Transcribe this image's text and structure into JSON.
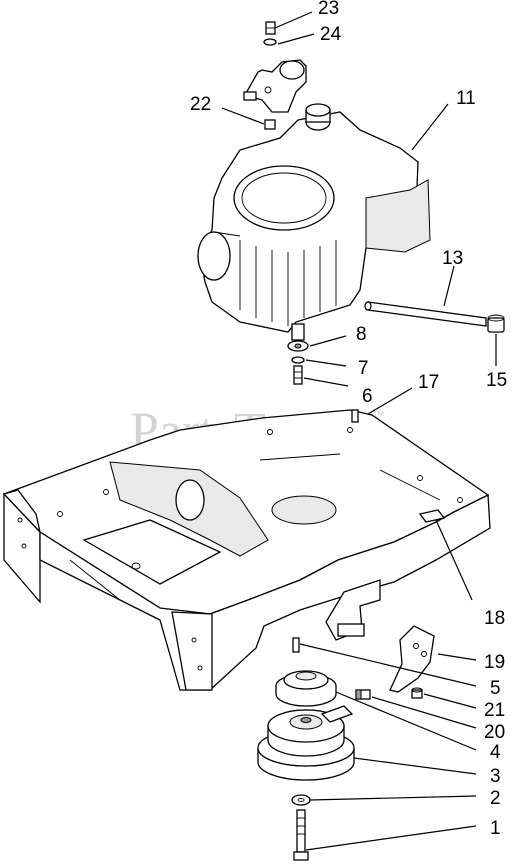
{
  "watermark": {
    "text": "PartsTree",
    "mark": "™"
  },
  "callouts": [
    {
      "id": "c23",
      "label": "23"
    },
    {
      "id": "c24",
      "label": "24"
    },
    {
      "id": "c22",
      "label": "22"
    },
    {
      "id": "c11",
      "label": "11"
    },
    {
      "id": "c13",
      "label": "13"
    },
    {
      "id": "c8",
      "label": "8"
    },
    {
      "id": "c7",
      "label": "7"
    },
    {
      "id": "c6",
      "label": "6"
    },
    {
      "id": "c15",
      "label": "15"
    },
    {
      "id": "c17",
      "label": "17"
    },
    {
      "id": "c18",
      "label": "18"
    },
    {
      "id": "c19",
      "label": "19"
    },
    {
      "id": "c5",
      "label": "5"
    },
    {
      "id": "c21",
      "label": "21"
    },
    {
      "id": "c20",
      "label": "20"
    },
    {
      "id": "c4",
      "label": "4"
    },
    {
      "id": "c3",
      "label": "3"
    },
    {
      "id": "c2",
      "label": "2"
    },
    {
      "id": "c1",
      "label": "1"
    }
  ]
}
